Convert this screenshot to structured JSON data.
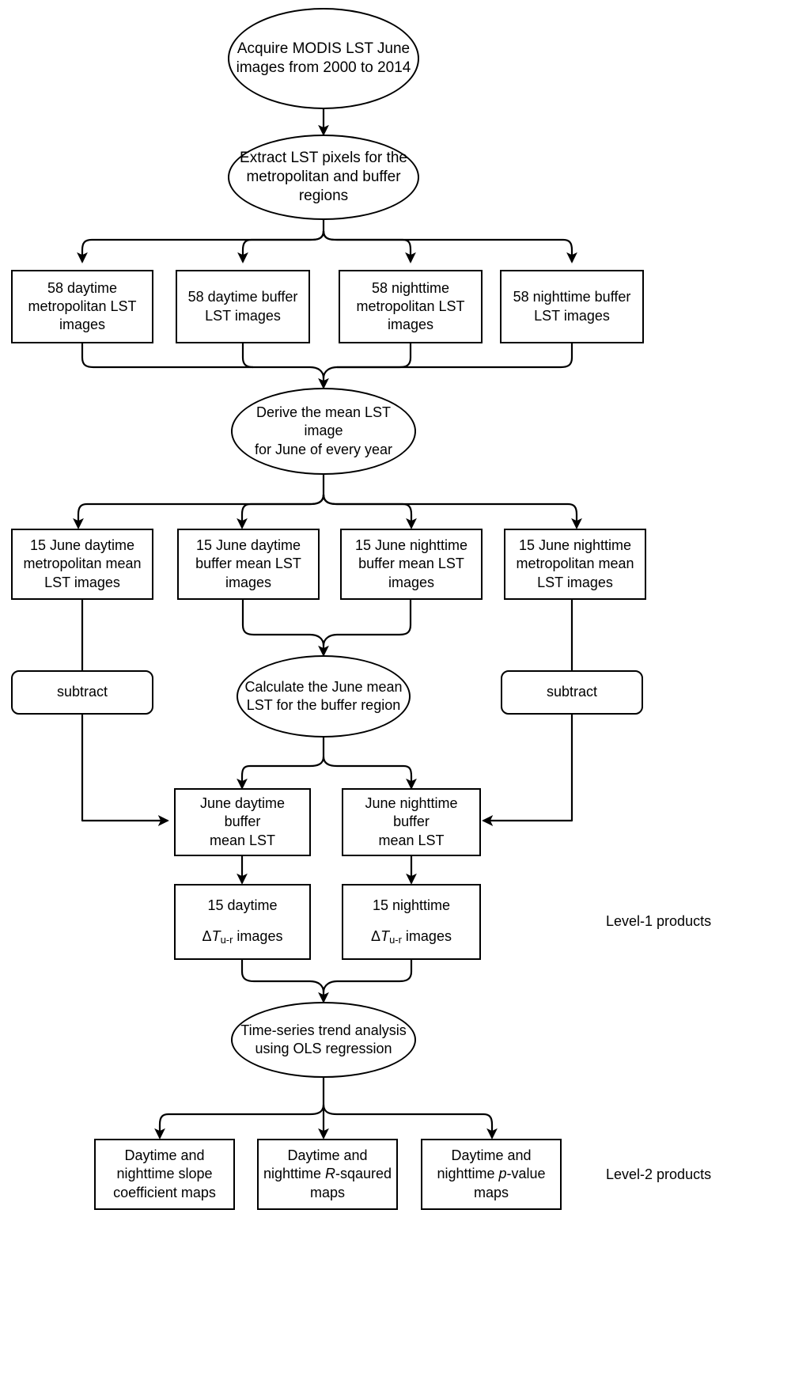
{
  "diagram": {
    "title": "MODIS LST June surface urban heat island processing workflow",
    "stroke_color": "#000000",
    "background_color": "#ffffff",
    "nodes": {
      "acquire": "Acquire MODIS LST June\nimages from 2000 to 2014",
      "extract": "Extract  LST pixels for the\nmetropolitan and buffer\nregions",
      "day_metro_58": "58 daytime\nmetropolitan LST\nimages",
      "day_buffer_58": "58 daytime buffer\nLST images",
      "night_metro_58": "58 nighttime\nmetropolitan LST\nimages",
      "night_buffer_58": "58 nighttime buffer\nLST images",
      "derive_mean": "Derive the mean LST image\nfor June of every year",
      "june_day_metro_15": "15 June daytime\nmetropolitan mean\nLST images",
      "june_day_buffer_15": "15 June daytime\nbuffer mean LST\nimages",
      "june_night_buffer_15": "15 June nighttime\nbuffer mean LST\nimages",
      "june_night_metro_15": "15 June nighttime\nmetropolitan mean\nLST images",
      "subtract_left": "subtract",
      "subtract_right": "subtract",
      "calc_buffer_mean": "Calculate the June mean\nLST for the buffer region",
      "june_day_buffer_mean": "June daytime buffer\nmean LST",
      "june_night_buffer_mean": "June nighttime buffer\nmean LST",
      "delta_day_line1": "15 daytime",
      "delta_night_line1": "15 nighttime",
      "delta_images_suffix": " images",
      "delta_symbol_prefix": "Δ",
      "delta_symbol_var": "T",
      "delta_symbol_sub": "u-r",
      "trend_analysis": "Time-series trend analysis\nusing OLS regression",
      "slope_maps_l1": "Daytime and",
      "slope_maps_l2": "nighttime slope",
      "slope_maps_l3": "coefficient maps",
      "rsq_maps_l1": "Daytime and",
      "rsq_maps_l2_pre": "nighttime ",
      "rsq_maps_l2_ital": "R",
      "rsq_maps_l2_post": "-sqaured",
      "rsq_maps_l3": "maps",
      "pval_maps_l1": "Daytime and",
      "pval_maps_l2_pre": "nighttime ",
      "pval_maps_l2_ital": "p",
      "pval_maps_l2_post": "-value",
      "pval_maps_l3": "maps"
    },
    "labels": {
      "level1": "Level-1 products",
      "level2": "Level-2 products"
    }
  }
}
